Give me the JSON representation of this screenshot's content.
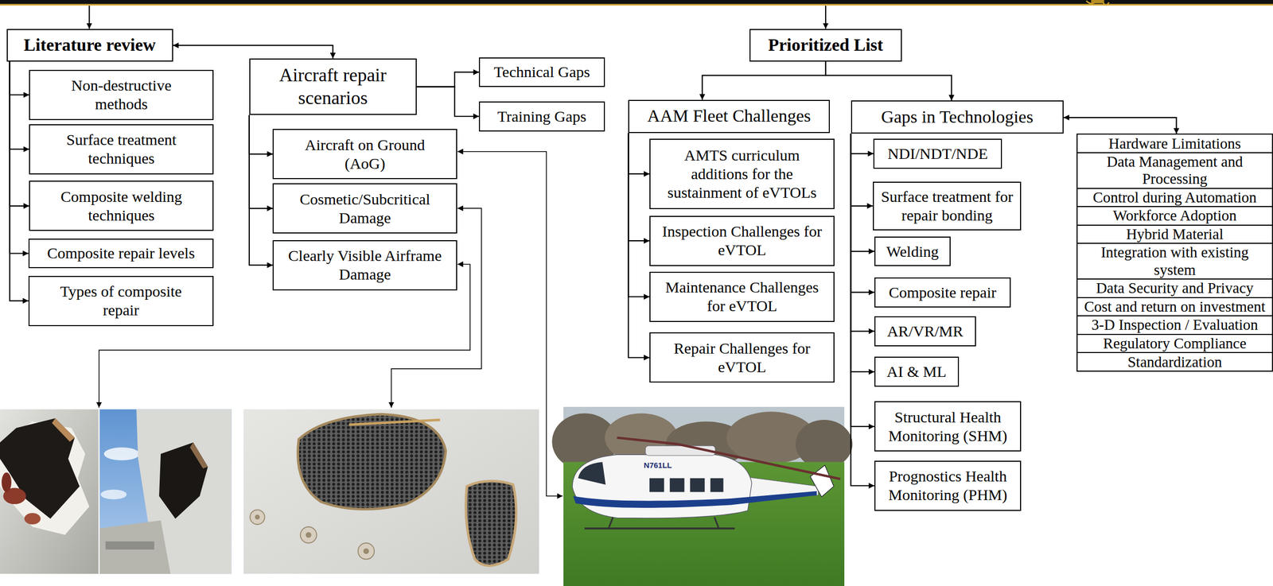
{
  "diagram": {
    "nodes": [
      {
        "text": [
          "Literature review"
        ]
      },
      {
        "text": [
          "Non-destructive methods"
        ]
      },
      {
        "text": [
          "Surface treatment techniques"
        ]
      },
      {
        "text": [
          "Composite welding techniques"
        ]
      },
      {
        "text": [
          "Composite repair levels"
        ]
      },
      {
        "text": [
          "Types of composite repair"
        ]
      },
      {
        "text": [
          "Aircraft repair scenarios"
        ]
      },
      {
        "text": [
          "Technical Gaps"
        ]
      },
      {
        "text": [
          "Training Gaps"
        ]
      },
      {
        "text": [
          "Aircraft on Ground (AoG)"
        ]
      },
      {
        "text": [
          "Cosmetic/Subcritical Damage"
        ]
      },
      {
        "text": [
          "Clearly Visible Airframe Damage"
        ]
      },
      {
        "text": [
          "Prioritized List"
        ]
      },
      {
        "text": [
          "AAM Fleet Challenges"
        ]
      },
      {
        "text": [
          "AMTS curriculum additions for the sustainment of eVTOLs"
        ]
      },
      {
        "text": [
          "Inspection Challenges for eVTOL"
        ]
      },
      {
        "text": [
          "Maintenance Challenges for eVTOL"
        ]
      },
      {
        "text": [
          "Repair Challenges for eVTOL"
        ]
      },
      {
        "text": [
          "Gaps in Technologies"
        ]
      },
      {
        "text": [
          "NDI/NDT/NDE"
        ]
      },
      {
        "text": [
          "Surface treatment for repair bonding"
        ]
      },
      {
        "text": [
          "Welding"
        ]
      },
      {
        "text": [
          "Composite repair"
        ]
      },
      {
        "text": [
          "AR/VR/MR"
        ]
      },
      {
        "text": [
          "AI & ML"
        ]
      },
      {
        "text": [
          "Structural Health Monitoring (SHM)"
        ]
      },
      {
        "text": [
          "Prognostics Health Monitoring (PHM)"
        ]
      },
      {
        "text": [
          "Hardware Limitations"
        ]
      },
      {
        "text": [
          "Data Management and Processing"
        ]
      },
      {
        "text": [
          "Control during Automation"
        ]
      },
      {
        "text": [
          "Workforce Adoption"
        ]
      },
      {
        "text": [
          "Hybrid Material"
        ]
      },
      {
        "text": [
          "Integration with existing system"
        ]
      },
      {
        "text": [
          "Data Security and Privacy"
        ]
      },
      {
        "text": [
          "Cost and return on investment"
        ]
      },
      {
        "text": [
          "3-D Inspection / Evaluation"
        ]
      },
      {
        "text": [
          "Regulatory Compliance"
        ]
      },
      {
        "text": [
          "Standardization"
        ]
      }
    ],
    "edges": [
      {
        "from": 0,
        "to": 1,
        "arrow": "to"
      },
      {
        "from": 0,
        "to": 2,
        "arrow": "to"
      },
      {
        "from": 0,
        "to": 3,
        "arrow": "to"
      },
      {
        "from": 0,
        "to": 4,
        "arrow": "to"
      },
      {
        "from": 0,
        "to": 5,
        "arrow": "to"
      },
      {
        "from": 0,
        "to": 6,
        "arrow": "both"
      },
      {
        "from": 6,
        "to": 7,
        "arrow": "to"
      },
      {
        "from": 6,
        "to": 8,
        "arrow": "to"
      },
      {
        "from": 6,
        "to": 9,
        "arrow": "to"
      },
      {
        "from": 6,
        "to": 10,
        "arrow": "to"
      },
      {
        "from": 6,
        "to": 11,
        "arrow": "to"
      },
      {
        "from": 12,
        "to": 13,
        "arrow": "to"
      },
      {
        "from": 12,
        "to": 18,
        "arrow": "to"
      },
      {
        "from": 13,
        "to": 14,
        "arrow": "to"
      },
      {
        "from": 13,
        "to": 15,
        "arrow": "to"
      },
      {
        "from": 13,
        "to": 16,
        "arrow": "to"
      },
      {
        "from": 13,
        "to": 17,
        "arrow": "to"
      },
      {
        "from": 18,
        "to": 19,
        "arrow": "to"
      },
      {
        "from": 18,
        "to": 20,
        "arrow": "to"
      },
      {
        "from": 18,
        "to": 21,
        "arrow": "to"
      },
      {
        "from": 18,
        "to": 22,
        "arrow": "to"
      },
      {
        "from": 18,
        "to": 23,
        "arrow": "to"
      },
      {
        "from": 18,
        "to": 24,
        "arrow": "to"
      },
      {
        "from": 18,
        "to": 25,
        "arrow": "to"
      },
      {
        "from": 18,
        "to": 26,
        "arrow": "to"
      },
      {
        "from": 18,
        "to": 27,
        "arrow": "both"
      }
    ],
    "labels": [
      "N761LL"
    ]
  }
}
